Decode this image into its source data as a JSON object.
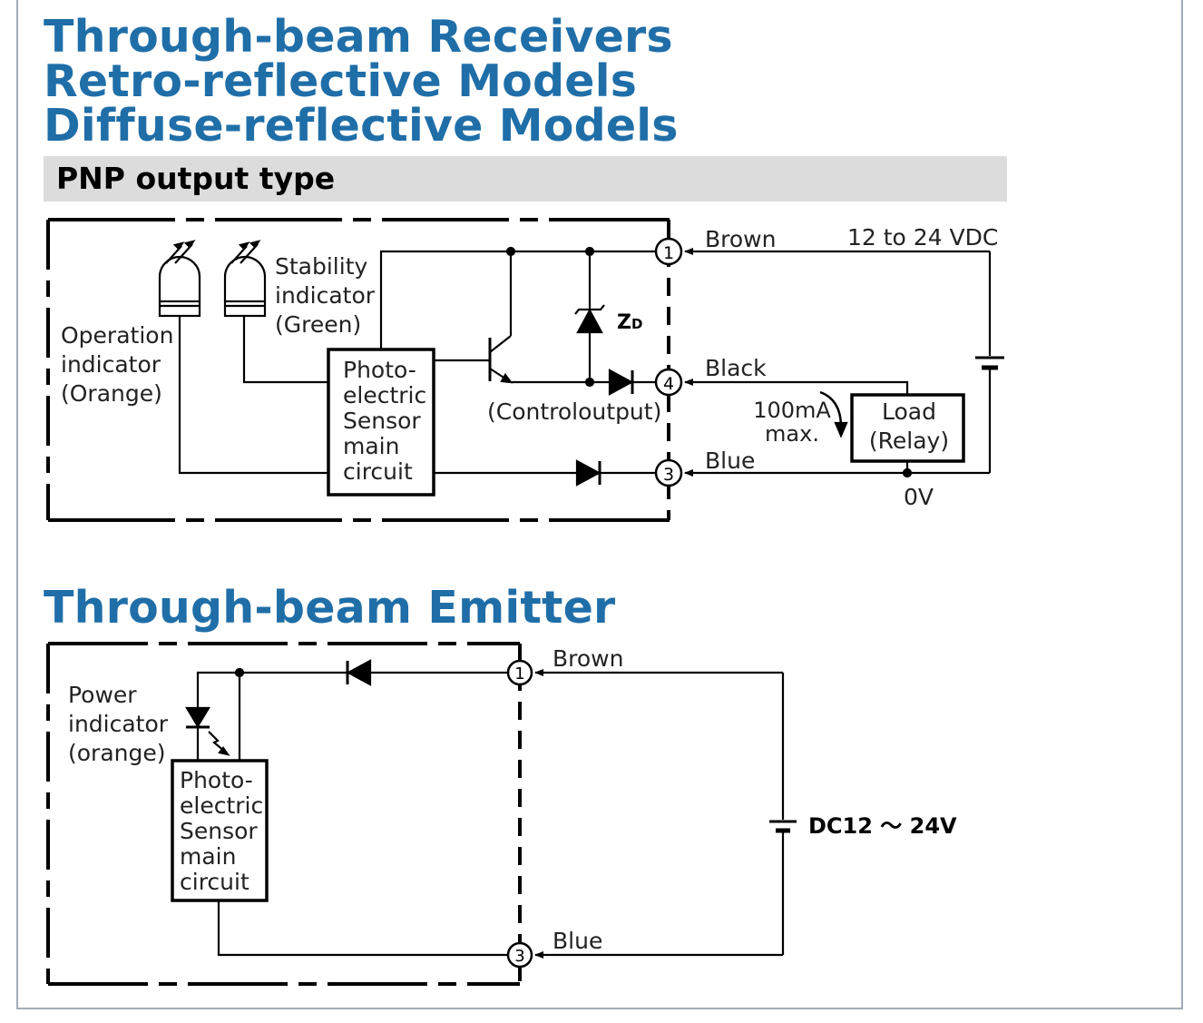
{
  "headings": {
    "line1": "Through-beam Receivers",
    "line2": "Retro-reflective Models",
    "line3": "Diffuse-reflective Models",
    "emitter": "Through-beam Emitter"
  },
  "subtitle": "PNP output type",
  "receiver": {
    "terminals": {
      "t1": "1",
      "t2": "4",
      "t3": "3"
    },
    "wires": {
      "brown": "Brown",
      "black": "Black",
      "blue": "Blue"
    },
    "supply": "12 to 24 VDC",
    "zero_volt": "0V",
    "current_line1": "100mA",
    "current_line2": "max.",
    "load_line1": "Load",
    "load_line2": "(Relay)",
    "zener": "Z",
    "zener_sub": "D",
    "control_output": "(Controloutput)",
    "stability": [
      "Stability",
      "indicator",
      "(Green)"
    ],
    "operation": [
      "Operation",
      "indicator",
      "(Orange)"
    ],
    "circuit": [
      "Photo-",
      "electric",
      "Sensor",
      "main",
      "circuit"
    ]
  },
  "emitter": {
    "terminals": {
      "t1": "1",
      "t3": "3"
    },
    "wires": {
      "brown": "Brown",
      "blue": "Blue"
    },
    "supply": "DC12 ～ 24V",
    "power": [
      "Power",
      "indicator",
      "(orange)"
    ],
    "circuit": [
      "Photo-",
      "electric",
      "Sensor",
      "main",
      "circuit"
    ]
  }
}
